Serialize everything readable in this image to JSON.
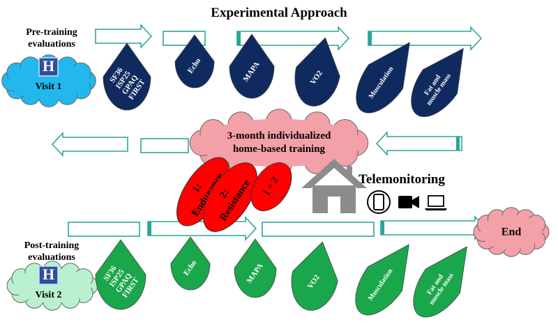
{
  "title": "Experimental Approach",
  "pre_label": "Pre-training evaluations",
  "post_label": "Post-training evaluations",
  "visit1": {
    "letter": "H",
    "label": "Visit 1"
  },
  "visit2": {
    "letter": "H",
    "label": "Visit 2"
  },
  "pre_drops": [
    {
      "lines": [
        "SF36",
        "ISP25",
        "GPAQ",
        "FIRST"
      ]
    },
    {
      "lines": [
        "Echo"
      ]
    },
    {
      "lines": [
        "MAPA"
      ]
    },
    {
      "lines": [
        "VO2"
      ]
    },
    {
      "lines": [
        "Musculation"
      ]
    },
    {
      "lines": [
        "Fat and",
        "muscle mass"
      ]
    }
  ],
  "post_drops": [
    {
      "lines": [
        "SF36",
        "ISP25",
        "GPAQ",
        "FIRST"
      ]
    },
    {
      "lines": [
        "Echo"
      ]
    },
    {
      "lines": [
        "MAPA"
      ]
    },
    {
      "lines": [
        "VO2"
      ]
    },
    {
      "lines": [
        "Musculation"
      ]
    },
    {
      "lines": [
        "Fat and",
        "muscle mass"
      ]
    }
  ],
  "training_cloud": {
    "lines": [
      "3-month individualized",
      "home-based training"
    ]
  },
  "training_options": [
    {
      "lines": [
        "1:",
        "Endurance"
      ]
    },
    {
      "lines": [
        "2:",
        "Resistance"
      ]
    },
    {
      "lines": [
        "1 + 2"
      ]
    }
  ],
  "telemonitoring": "Telemonitoring",
  "telemonitoring_icons": [
    "smartphone-icon",
    "video-camera-icon",
    "laptop-icon"
  ],
  "end_label": "End",
  "colors": {
    "pre_drop": "#0f2a5e",
    "post_drop": "#1aa64a",
    "training_cloud": "#f4a0a8",
    "end_cloud": "#f4a0a8",
    "training_option": "#ff0000",
    "visit1_cloud": "#22b8ee",
    "visit2_cloud": "#b8f0d0",
    "hospital_sign": "#2f4f9a",
    "arrow_outline": "#2aa598",
    "house": "#8c8c8c"
  }
}
